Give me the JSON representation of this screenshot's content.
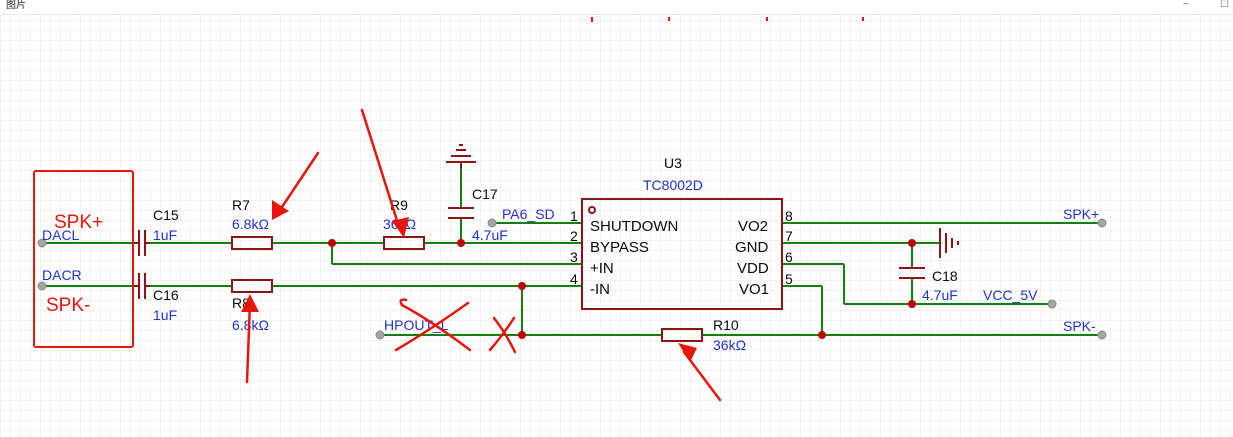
{
  "window": {
    "title": "图片",
    "min": "−",
    "max": "☐"
  },
  "u3": {
    "ref": "U3",
    "value": "TC8002D",
    "pins_left": [
      {
        "num": "1",
        "name": "SHUTDOWN"
      },
      {
        "num": "2",
        "name": "BYPASS"
      },
      {
        "num": "3",
        "name": "+IN"
      },
      {
        "num": "4",
        "name": "-IN"
      }
    ],
    "pins_right": [
      {
        "num": "8",
        "name": "VO2"
      },
      {
        "num": "7",
        "name": "GND"
      },
      {
        "num": "6",
        "name": "VDD"
      },
      {
        "num": "5",
        "name": "VO1"
      }
    ]
  },
  "components": {
    "c15": {
      "ref": "C15",
      "value": "1uF"
    },
    "c16": {
      "ref": "C16",
      "value": "1uF"
    },
    "c17": {
      "ref": "C17",
      "value": "4.7uF"
    },
    "c18": {
      "ref": "C18",
      "value": "4.7uF"
    },
    "r7": {
      "ref": "R7",
      "value": "6.8kΩ"
    },
    "r8": {
      "ref": "R8",
      "value": "6.8kΩ"
    },
    "r9": {
      "ref": "R9",
      "value": "36kΩ"
    },
    "r10": {
      "ref": "R10",
      "value": "36kΩ"
    }
  },
  "nets": {
    "dacl": "DACL",
    "dacr": "DACR",
    "pa6_sd": "PA6_SD",
    "spk_plus": "SPK+",
    "spk_minus": "SPK-",
    "vcc_5v": "VCC_5V",
    "hpout_l": "HPOUT_L"
  },
  "annotations": {
    "spk_plus": "SPK+",
    "spk_minus": "SPK-"
  },
  "colors": {
    "wire": "#118011",
    "component": "#8b1414",
    "junction": "#c00000",
    "value_text": "#1f33cc",
    "annotation": "#e8150b",
    "grid": "#e6e6e6"
  }
}
